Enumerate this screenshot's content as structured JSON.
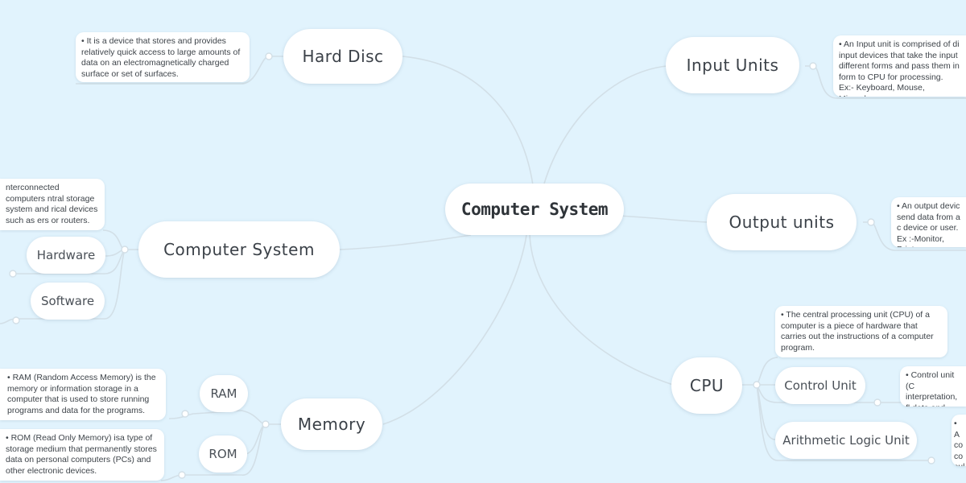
{
  "center": {
    "label": "Computer System"
  },
  "topics": {
    "hard_disc": {
      "label": "Hard Disc",
      "note": "• It is a device that stores and provides relatively quick access to large amounts of data on an electromagnetically charged surface or set of surfaces."
    },
    "input_units": {
      "label": "Input Units",
      "note": "• An Input unit is comprised of di input devices that take the input different forms and pass them in form to CPU for processing.\nEx:- Keyboard, Mouse, Microphor"
    },
    "output_units": {
      "label": "Output units",
      "note": "• An output devic send data from a c device or user.\nEx :-Monitor, Print"
    },
    "computer_system": {
      "label": "Computer System",
      "note": "nterconnected computers ntral storage system and rical devices such as ers or routers.",
      "children": {
        "hardware": "Hardware",
        "software": "Software"
      }
    },
    "cpu": {
      "label": "CPU",
      "note": "• The central processing unit (CPU) of a computer is a piece of hardware that carries out the instructions of a computer program.",
      "children": {
        "control_unit": {
          "label": "Control Unit",
          "note": "• Control unit (C interpretation, fl data and inform"
        },
        "alu": {
          "label": "Arithmetic Logic Unit",
          "note": "• A co co sul"
        }
      }
    },
    "memory": {
      "label": "Memory",
      "children": {
        "ram": {
          "label": "RAM",
          "note": "• RAM (Random Access Memory) is the memory or information storage in a computer that is used to store running programs and data for the programs."
        },
        "rom": {
          "label": "ROM",
          "note": "• ROM (Read Only Memory) isa type of storage medium that permanently stores data on personal computers (PCs) and other electronic devices."
        }
      }
    }
  },
  "colors": {
    "background": "#e1f3fd",
    "node": "#ffffff",
    "link": "#cfdde6",
    "text": "#3b4148"
  }
}
